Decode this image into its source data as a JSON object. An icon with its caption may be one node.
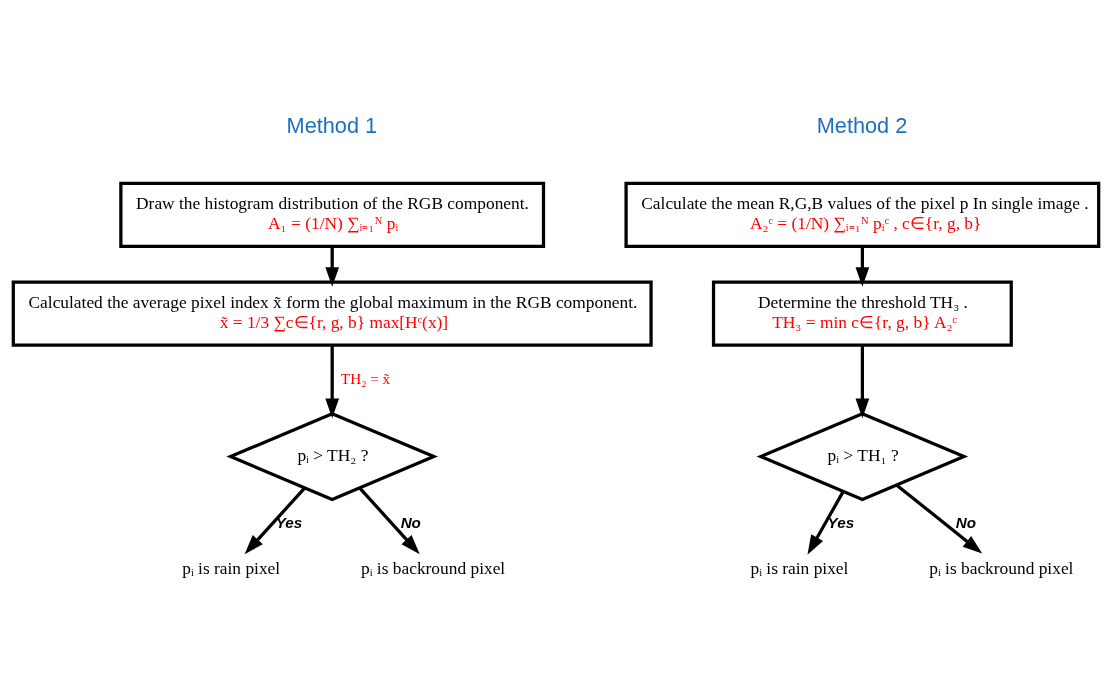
{
  "diagram": {
    "nodes": [
      {
        "text": [
          "Draw the histogram distribution of the RGB component.",
          "A₁ = (1/N) ∑ᵢ₌₁ᴺ pᵢ"
        ]
      },
      {
        "text": [
          "Calculate the mean R,G,B values of the pixel p In single image .",
          "A₂ᶜ = (1/N) ∑ᵢ₌₁ᴺ pᵢᶜ , c∈{r, g, b}"
        ]
      },
      {
        "text": [
          "Calculated the average pixel index x̃ form the global maximum in the RGB component.",
          "x̃ = 1/3 ∑c∈{r, g, b} max[Hᶜ(x)]"
        ]
      },
      {
        "text": [
          "Determine the threshold TH₃ .",
          "TH₃ = min c∈{r, g, b} A₂ᶜ"
        ]
      },
      {
        "text": [
          "pᵢ > TH₂ ?"
        ]
      },
      {
        "text": [
          "pᵢ > TH₁ ?"
        ]
      },
      {
        "text": [
          "pᵢ is rain pixel"
        ]
      },
      {
        "text": [
          "pᵢ is backround pixel"
        ]
      },
      {
        "text": [
          "pᵢ is rain pixel"
        ]
      },
      {
        "text": [
          "pᵢ is backround pixel"
        ]
      }
    ],
    "edges": [
      {
        "from": 0,
        "to": 2,
        "arrow": "to"
      },
      {
        "from": 2,
        "to": 4,
        "arrow": "to",
        "label": "TH₂ = x̃"
      },
      {
        "from": 4,
        "to": 6,
        "arrow": "to",
        "label": "Yes"
      },
      {
        "from": 4,
        "to": 7,
        "arrow": "to",
        "label": "No"
      },
      {
        "from": 1,
        "to": 3,
        "arrow": "to"
      },
      {
        "from": 3,
        "to": 5,
        "arrow": "to"
      },
      {
        "from": 5,
        "to": 8,
        "arrow": "to",
        "label": "Yes"
      },
      {
        "from": 5,
        "to": 9,
        "arrow": "to",
        "label": "No"
      }
    ],
    "labels": [
      "Method 1",
      "Method 2"
    ]
  }
}
